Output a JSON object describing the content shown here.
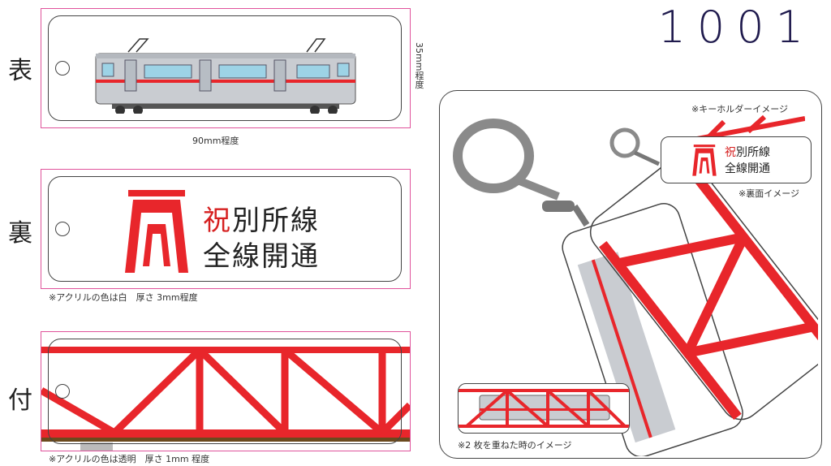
{
  "brand_number": "1001",
  "panels": {
    "front": {
      "side_label": "表",
      "width_caption": "90mm程度",
      "height_caption": "35mm程度"
    },
    "back": {
      "side_label": "裏",
      "logo_line1_red": "祝",
      "logo_line1": "別所線",
      "logo_line2": "全線開通",
      "note": "※アクリルの色は白　厚さ 3mm程度"
    },
    "attachment": {
      "side_label": "付",
      "note": "※アクリルの色は透明　厚さ 1mm 程度"
    }
  },
  "preview": {
    "keyholder_caption": "※キーホルダーイメージ",
    "back_caption": "※裏面イメージ",
    "mini_logo_line1_red": "祝",
    "mini_logo_line1": "別所線",
    "mini_logo_line2": "全線開通",
    "stack_caption": "※2 枚を重ねた時のイメージ"
  },
  "colors": {
    "brand_navy": "#1f1a4d",
    "truss_red": "#e8262b",
    "panel_border": "#e0529b",
    "train_silver": "#c9ccd1",
    "train_stripe": "#e8262b",
    "window_blue": "#9dd3e6"
  }
}
